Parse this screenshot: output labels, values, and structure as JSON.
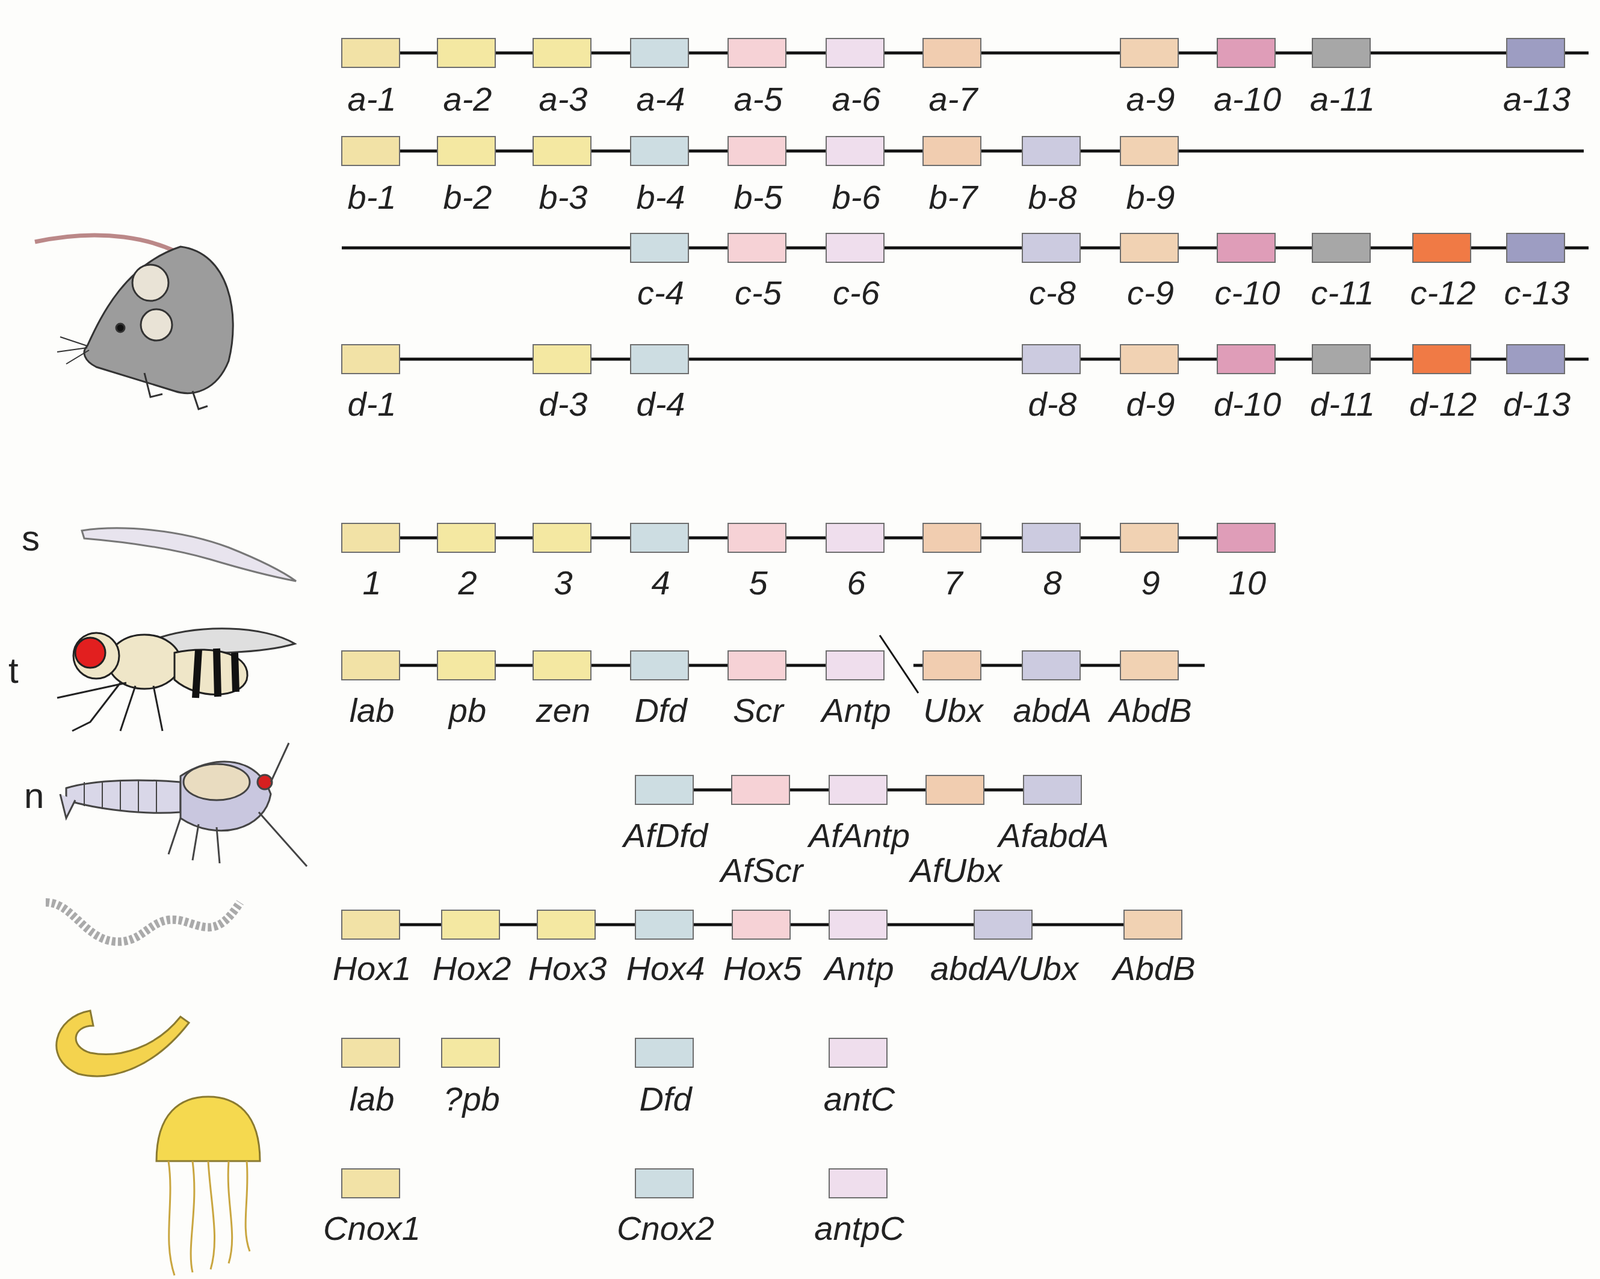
{
  "diagram": {
    "nodes": [
      {
        "text": [
          "a-1"
        ]
      },
      {
        "text": [
          "a-2"
        ]
      },
      {
        "text": [
          "a-3"
        ]
      },
      {
        "text": [
          "a-4"
        ]
      },
      {
        "text": [
          "a-5"
        ]
      },
      {
        "text": [
          "a-6"
        ]
      },
      {
        "text": [
          "a-7"
        ]
      },
      {
        "text": [
          "a-9"
        ]
      },
      {
        "text": [
          "a-10"
        ]
      },
      {
        "text": [
          "a-11"
        ]
      },
      {
        "text": [
          "a-13"
        ]
      },
      {
        "text": [
          "b-1"
        ]
      },
      {
        "text": [
          "b-2"
        ]
      },
      {
        "text": [
          "b-3"
        ]
      },
      {
        "text": [
          "b-4"
        ]
      },
      {
        "text": [
          "b-5"
        ]
      },
      {
        "text": [
          "b-6"
        ]
      },
      {
        "text": [
          "b-7"
        ]
      },
      {
        "text": [
          "b-8"
        ]
      },
      {
        "text": [
          "b-9"
        ]
      },
      {
        "text": [
          "c-4"
        ]
      },
      {
        "text": [
          "c-5"
        ]
      },
      {
        "text": [
          "c-6"
        ]
      },
      {
        "text": [
          "c-8"
        ]
      },
      {
        "text": [
          "c-9"
        ]
      },
      {
        "text": [
          "c-10"
        ]
      },
      {
        "text": [
          "c-11"
        ]
      },
      {
        "text": [
          "c-12"
        ]
      },
      {
        "text": [
          "c-13"
        ]
      },
      {
        "text": [
          "d-1"
        ]
      },
      {
        "text": [
          "d-3"
        ]
      },
      {
        "text": [
          "d-4"
        ]
      },
      {
        "text": [
          "d-8"
        ]
      },
      {
        "text": [
          "d-9"
        ]
      },
      {
        "text": [
          "d-10"
        ]
      },
      {
        "text": [
          "d-11"
        ]
      },
      {
        "text": [
          "d-12"
        ]
      },
      {
        "text": [
          "d-13"
        ]
      },
      {
        "text": [
          "1"
        ]
      },
      {
        "text": [
          "2"
        ]
      },
      {
        "text": [
          "3"
        ]
      },
      {
        "text": [
          "4"
        ]
      },
      {
        "text": [
          "5"
        ]
      },
      {
        "text": [
          "6"
        ]
      },
      {
        "text": [
          "7"
        ]
      },
      {
        "text": [
          "8"
        ]
      },
      {
        "text": [
          "9"
        ]
      },
      {
        "text": [
          "10"
        ]
      },
      {
        "text": [
          "lab"
        ]
      },
      {
        "text": [
          "pb"
        ]
      },
      {
        "text": [
          "zen"
        ]
      },
      {
        "text": [
          "Dfd"
        ]
      },
      {
        "text": [
          "Scr"
        ]
      },
      {
        "text": [
          "Antp"
        ]
      },
      {
        "text": [
          "Ubx"
        ]
      },
      {
        "text": [
          "abdA"
        ]
      },
      {
        "text": [
          "AbdB"
        ]
      },
      {
        "text": [
          "AfDfd"
        ]
      },
      {
        "text": [
          "AfScr"
        ]
      },
      {
        "text": [
          "AfAntp"
        ]
      },
      {
        "text": [
          "AfUbx"
        ]
      },
      {
        "text": [
          "AfabdA"
        ]
      },
      {
        "text": [
          "Hox1"
        ]
      },
      {
        "text": [
          "Hox2"
        ]
      },
      {
        "text": [
          "Hox3"
        ]
      },
      {
        "text": [
          "Hox4"
        ]
      },
      {
        "text": [
          "Hox5"
        ]
      },
      {
        "text": [
          "Antp"
        ]
      },
      {
        "text": [
          "abdA/Ubx"
        ]
      },
      {
        "text": [
          "AbdB"
        ]
      },
      {
        "text": [
          "lab"
        ]
      },
      {
        "text": [
          "?pb"
        ]
      },
      {
        "text": [
          "Dfd"
        ]
      },
      {
        "text": [
          "antC"
        ]
      },
      {
        "text": [
          "Cnox1"
        ]
      },
      {
        "text": [
          "Cnox2"
        ]
      },
      {
        "text": [
          "antpC"
        ]
      }
    ],
    "labels": [
      "s",
      "t",
      "n"
    ]
  }
}
